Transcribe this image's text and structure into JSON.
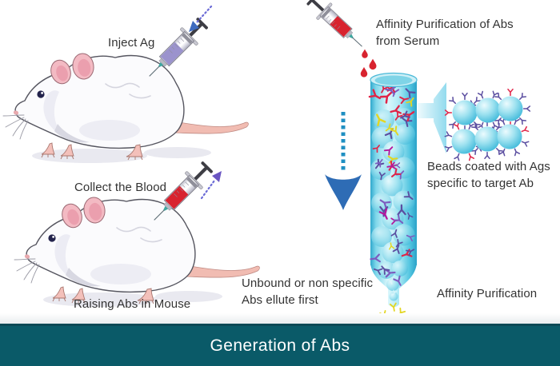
{
  "banner": {
    "title": "Generation of Abs",
    "background": "#0a5a68",
    "text_color": "#ffffff"
  },
  "labels": {
    "inject_ag": "Inject Ag",
    "collect_blood": "Collect the Blood",
    "raising_abs": "Raising Abs in Mouse",
    "affinity_serum": "Affinity Purification of Abs from Serum",
    "beads_coated": "Beads coated with Ags specific to target Ab",
    "unbound": "Unbound or non specific Abs ellute first",
    "affinity_purification": "Affinity Purification"
  },
  "icons": {
    "syringe_antigen": "syringe-icon",
    "syringe_blood": "syringe-icon",
    "blood_drop": "blood-drop-icon",
    "mouse": "mouse-illustration",
    "down_arrow": "down-arrow-icon",
    "dotted_arrow": "dotted-arrow-icon",
    "antibody": "antibody-y-icon",
    "bead": "bead-icon",
    "column": "affinity-column-icon",
    "callout": "magnify-callout-icon"
  },
  "colors": {
    "banner_teal": "#0a5a68",
    "column_cyan": "#49c0de",
    "bead_cyan": "#4fc3dd",
    "arrow_blue": "#2e6cb5",
    "dash_teal": "#1f8fc2",
    "antigen_liquid_purple": "#9b93cd",
    "blood_red": "#d8232f",
    "ab_red": "#e02447",
    "ab_purple": "#5b4ea0",
    "ab_violet": "#7c5cbf",
    "ab_yellow": "#e3d622",
    "ab_magenta": "#b5179e",
    "ab_pale": "#ddf5fa"
  }
}
